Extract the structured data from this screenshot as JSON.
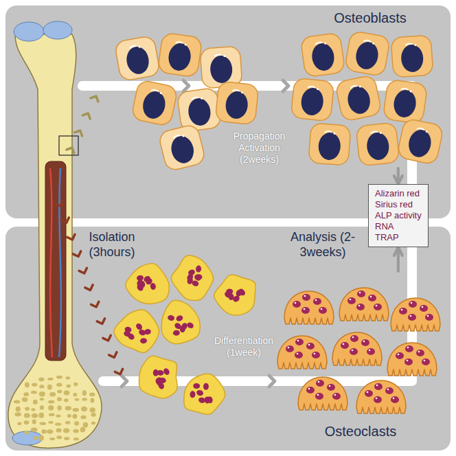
{
  "diagram": {
    "nodes": [
      {
        "text": [
          "Osteoblasts"
        ]
      },
      {
        "text": [
          "Osteoclasts"
        ]
      },
      {
        "text": [
          "Alizarin red",
          "Sirius red",
          "ALP activity",
          "RNA",
          "TRAP"
        ]
      }
    ],
    "edges": [
      {
        "from": 0,
        "to": 2,
        "arrow": "to"
      },
      {
        "from": 1,
        "to": 2,
        "arrow": "to"
      }
    ],
    "labels": [
      "Propagation Activation (2weeks)",
      "Isolation (3hours)",
      "Analysis (2-3weeks)",
      "Differentiation (1week)"
    ]
  }
}
